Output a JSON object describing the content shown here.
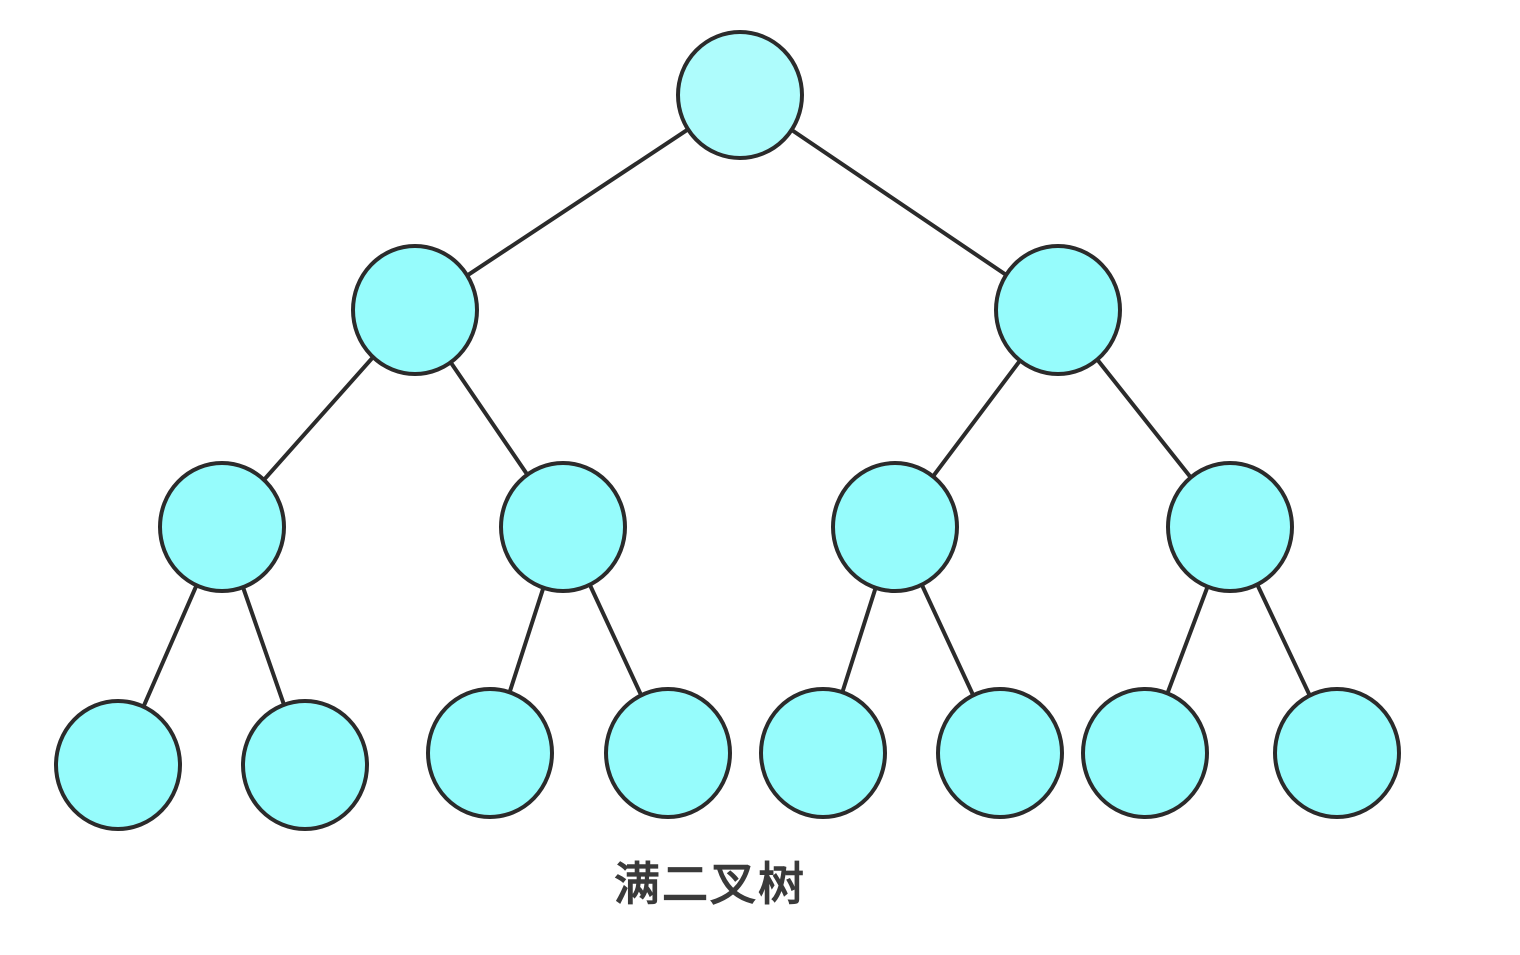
{
  "caption": "满二叉树",
  "colors": {
    "root_fill": "#aefcfc",
    "node_fill": "#96fcfc",
    "stroke": "#2b2b2b"
  },
  "tree": {
    "type": "full-binary-tree",
    "depth": 4,
    "nodes": [
      {
        "id": "n1",
        "level": 0
      },
      {
        "id": "n2",
        "level": 1,
        "parent": "n1"
      },
      {
        "id": "n3",
        "level": 1,
        "parent": "n1"
      },
      {
        "id": "n4",
        "level": 2,
        "parent": "n2"
      },
      {
        "id": "n5",
        "level": 2,
        "parent": "n2"
      },
      {
        "id": "n6",
        "level": 2,
        "parent": "n3"
      },
      {
        "id": "n7",
        "level": 2,
        "parent": "n3"
      },
      {
        "id": "n8",
        "level": 3,
        "parent": "n4"
      },
      {
        "id": "n9",
        "level": 3,
        "parent": "n4"
      },
      {
        "id": "n10",
        "level": 3,
        "parent": "n5"
      },
      {
        "id": "n11",
        "level": 3,
        "parent": "n5"
      },
      {
        "id": "n12",
        "level": 3,
        "parent": "n6"
      },
      {
        "id": "n13",
        "level": 3,
        "parent": "n6"
      },
      {
        "id": "n14",
        "level": 3,
        "parent": "n7"
      },
      {
        "id": "n15",
        "level": 3,
        "parent": "n7"
      }
    ]
  }
}
